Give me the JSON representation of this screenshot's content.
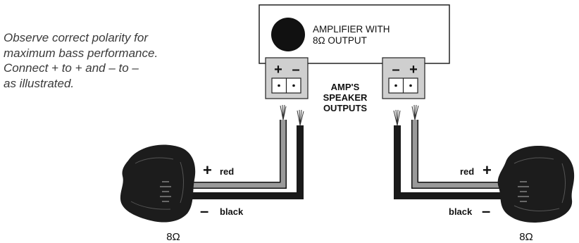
{
  "instructions": {
    "lines": [
      "Observe correct polarity for",
      "maximum bass performance.",
      "Connect + to + and – to –",
      "as illustrated."
    ]
  },
  "amplifier": {
    "label_line1": "AMPLIFIER WITH",
    "label_line2": "8Ω OUTPUT"
  },
  "speaker_outputs": {
    "label_line1": "AMP'S",
    "label_line2": "SPEAKER",
    "label_line3": "OUTPUTS",
    "left_terminal": {
      "first": "+",
      "second": "–"
    },
    "right_terminal": {
      "first": "–",
      "second": "+"
    }
  },
  "left_speaker": {
    "impedance": "8Ω",
    "positive_symbol": "+",
    "positive_wire": "red",
    "negative_symbol": "–",
    "negative_wire": "black"
  },
  "right_speaker": {
    "impedance": "8Ω",
    "positive_symbol": "+",
    "positive_wire": "red",
    "negative_symbol": "–",
    "negative_wire": "black"
  },
  "colors": {
    "red_wire": "#9a9a9a",
    "black_wire": "#1a1a1a",
    "speaker_body": "#1c1c1c",
    "terminal_fill": "#cfcfcf"
  }
}
